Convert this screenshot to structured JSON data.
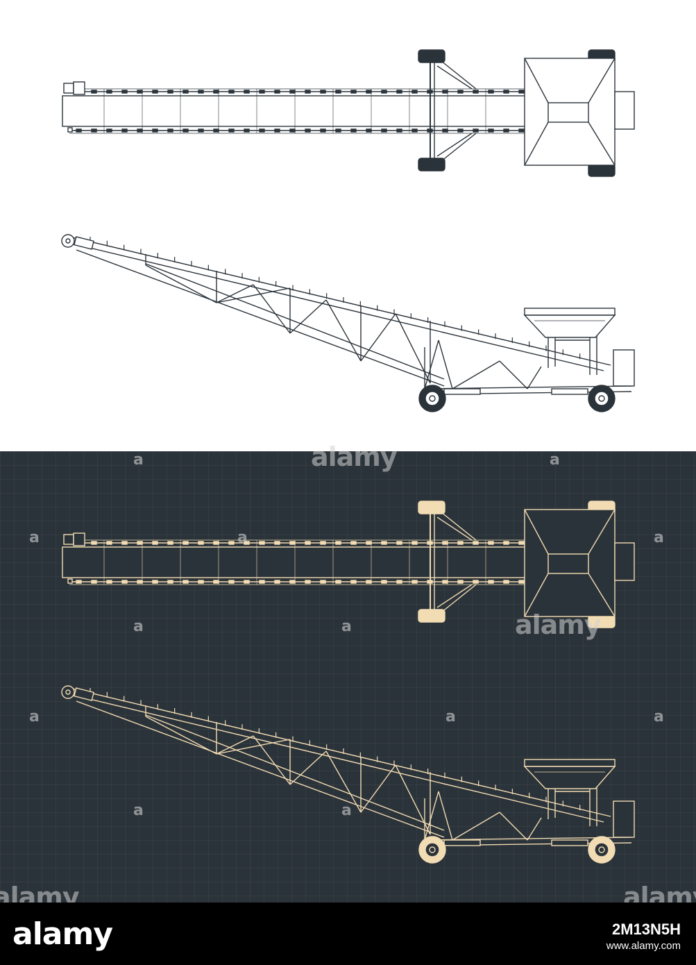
{
  "colors": {
    "light_bg": "#ffffff",
    "light_line": "#2b333a",
    "dark_bg": "#2b333a",
    "dark_line": "#f2dcb3",
    "footer_bg": "#000000",
    "footer_text": "#ffffff"
  },
  "drawings": [
    {
      "view": "top",
      "theme": "light"
    },
    {
      "view": "side",
      "theme": "light"
    },
    {
      "view": "top",
      "theme": "dark"
    },
    {
      "view": "side",
      "theme": "dark"
    }
  ],
  "watermark": {
    "text": "alamy",
    "small": "a"
  },
  "footer": {
    "logo": "alamy",
    "image_id": "2M13N5H",
    "website": "www.alamy.com"
  }
}
